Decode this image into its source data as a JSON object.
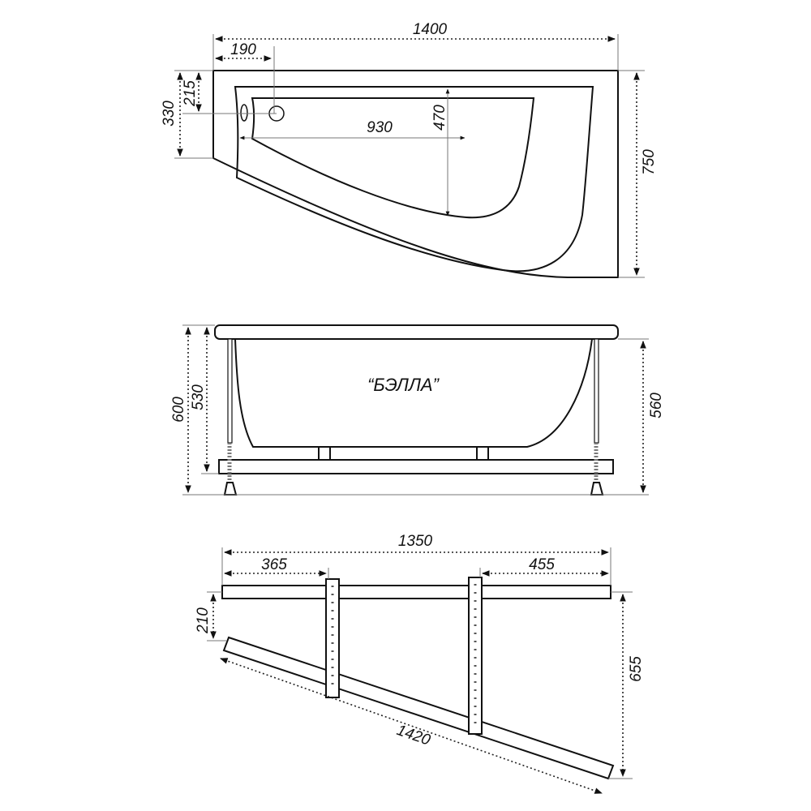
{
  "title": "“БЭЛЛА”",
  "top_view": {
    "width": "1400",
    "drain_offset": "190",
    "left_edge": "330",
    "drain_depth": "215",
    "basin_length": "930",
    "basin_width": "470",
    "depth_total": "750"
  },
  "side_view": {
    "height_total": "600",
    "height_frame": "530",
    "height_right": "560"
  },
  "frame_view": {
    "length": "1350",
    "left_offset": "365",
    "right_offset": "455",
    "gap": "210",
    "depth": "655",
    "diagonal": "1420"
  }
}
